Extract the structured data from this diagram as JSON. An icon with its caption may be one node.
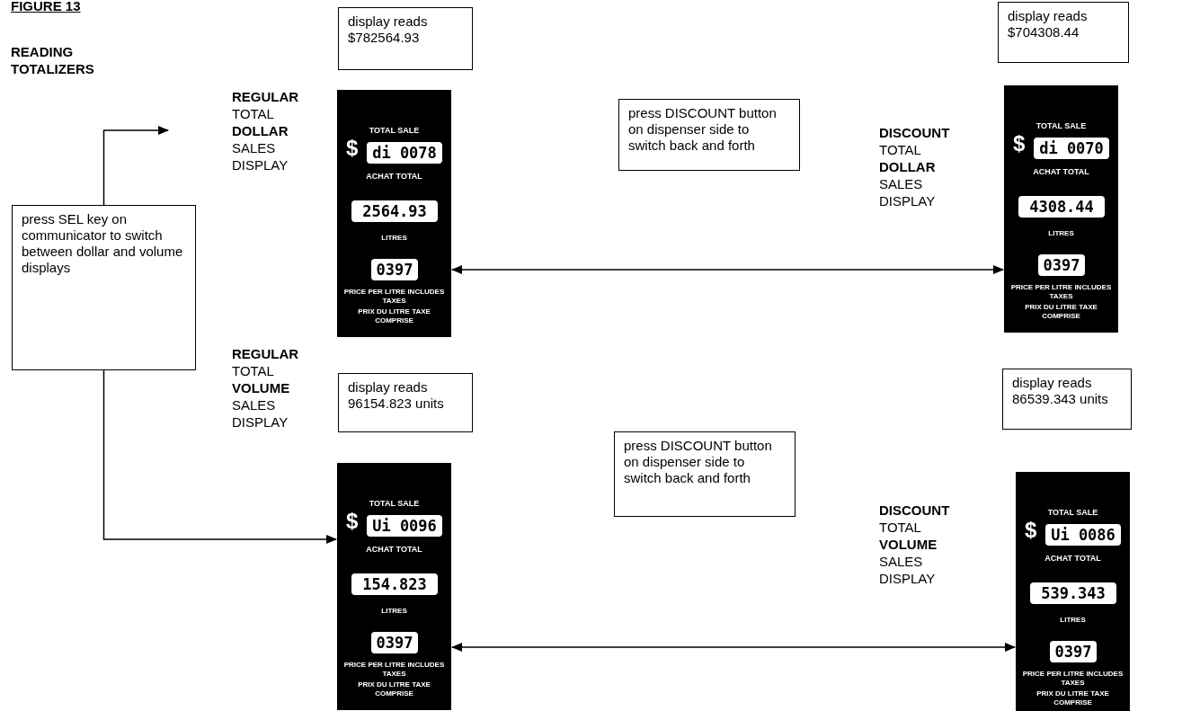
{
  "diagram": {
    "title": "FIGURE 13",
    "nodes": [
      {
        "text": [
          "press SEL key on communicator to switch between dollar and volume displays"
        ]
      },
      {
        "text": [
          "**REGULAR** TOTAL **DOLLAR** SALES DISPLAY"
        ]
      },
      {
        "text": [
          "display reads $782564.93"
        ]
      },
      {
        "text": [
          "TOTAL SALE",
          "$",
          "di 0078",
          "ACHAT TOTAL",
          "2564.93",
          "LITRES",
          "0397",
          "PRICE PER LITRE INCLUDES TAXES",
          "PRIX DU LITRE TAXE COMPRISE"
        ]
      },
      {
        "text": [
          "press DISCOUNT button on dispenser side to switch back and forth"
        ]
      },
      {
        "text": [
          "display reads $704308.44"
        ]
      },
      {
        "text": [
          "TOTAL SALE",
          "$",
          "di 0070",
          "ACHAT TOTAL",
          "4308.44",
          "LITRES",
          "0397",
          "PRICE PER LITRE INCLUDES TAXES",
          "PRIX DU LITRE TAXE COMPRISE"
        ]
      },
      {
        "text": [
          "display reads 96154.823 units"
        ]
      },
      {
        "text": [
          "TOTAL SALE",
          "$",
          "Ui 0096",
          "ACHAT TOTAL",
          "154.823",
          "LITRES",
          "0397",
          "PRICE PER LITRE INCLUDES TAXES",
          "PRIX DU LITRE TAXE COMPRISE"
        ]
      },
      {
        "text": [
          "press DISCOUNT button on dispenser side to switch back and forth"
        ]
      },
      {
        "text": [
          "display reads 86539.343 units"
        ]
      },
      {
        "text": [
          "TOTAL SALE",
          "$",
          "Ui 0086",
          "ACHAT TOTAL",
          "539.343",
          "LITRES",
          "0397",
          "PRICE PER LITRE INCLUDES TAXES",
          "PRIX DU LITRE TAXE COMPRISE"
        ]
      }
    ],
    "edges": [
      {
        "from": 0,
        "to": 1,
        "arrow": "to"
      },
      {
        "from": 0,
        "to": 8,
        "arrow": "to"
      },
      {
        "from": 3,
        "to": 6,
        "arrow": "both"
      },
      {
        "from": 8,
        "to": 11,
        "arrow": "both"
      }
    ],
    "labels": [
      "READING TOTALIZERS",
      "**DISCOUNT** TOTAL **DOLLAR** SALES DISPLAY",
      "**REGULAR** TOTAL **VOLUME** SALES DISPLAY",
      "**DISCOUNT** TOTAL **VOLUME** SALES DISPLAY"
    ]
  }
}
